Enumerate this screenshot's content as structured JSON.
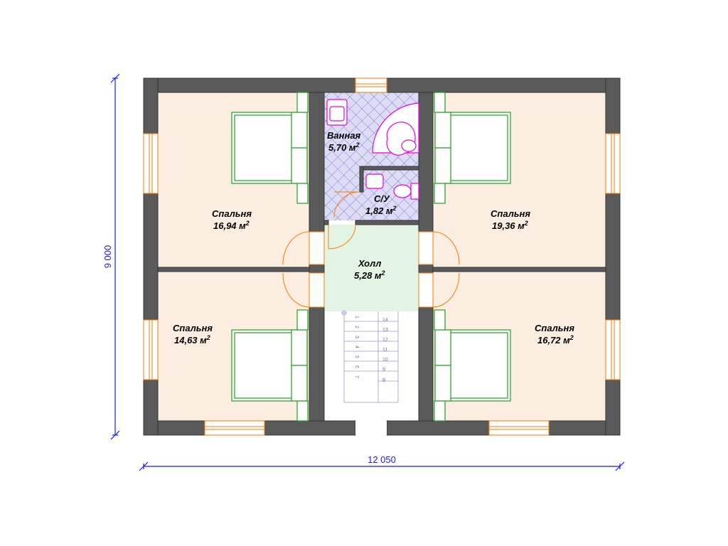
{
  "rooms": {
    "bedroom_top_left": {
      "name": "Спальня",
      "area": "16,94 м",
      "sup": "2"
    },
    "bedroom_bottom_left": {
      "name": "Спальня",
      "area": "14,63 м",
      "sup": "2"
    },
    "bedroom_top_right": {
      "name": "Спальня",
      "area": "19,36 м",
      "sup": "2"
    },
    "bedroom_bottom_right": {
      "name": "Спальня",
      "area": "16,72 м",
      "sup": "2"
    },
    "bathroom": {
      "name": "Ванная",
      "area": "5,70 м",
      "sup": "2"
    },
    "wc": {
      "name": "С/У",
      "area": "1,82 м",
      "sup": "2"
    },
    "hall": {
      "name": "Холл",
      "area": "5,28 м",
      "sup": "2"
    }
  },
  "dimensions": {
    "width": "12 050",
    "height": "9 000"
  },
  "stairs": {
    "left_steps": [
      "1",
      "2",
      "3",
      "4",
      "5",
      "6",
      "7"
    ],
    "right_steps": [
      "14",
      "13",
      "12",
      "11",
      "10",
      "9",
      "8"
    ]
  },
  "colors": {
    "wall": "#5a5a5a",
    "room_fill": "#fbeee0",
    "hall_fill": "#e4f4e4",
    "bath_fill": "#dcdcf4",
    "furniture": "#1ea01e",
    "plumbing": "#e600e6",
    "door": "#ff7a00",
    "dimension": "#1a1aff"
  }
}
